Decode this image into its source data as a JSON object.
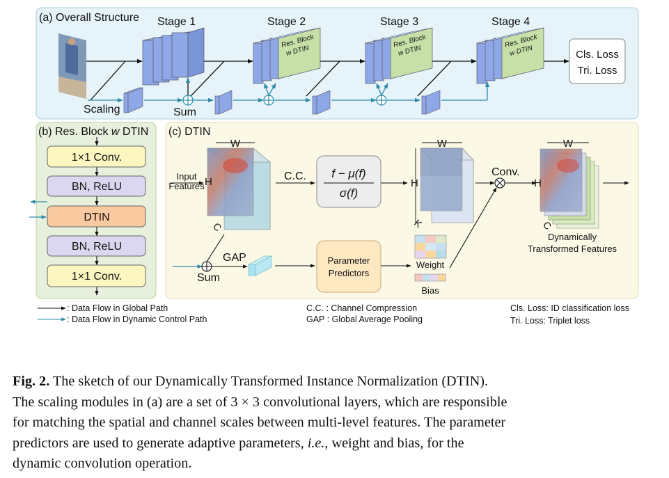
{
  "panel_a": {
    "title": "(a) Overall Structure",
    "stage1": "Stage 1",
    "stage2": "Stage 2",
    "stage3": "Stage 3",
    "stage4": "Stage 4",
    "res_block_line1": "Res. Block",
    "res_block_line2": "w DTIN",
    "loss_line1": "Cls. Loss",
    "loss_line2": "Tri. Loss",
    "scaling": "Scaling",
    "sum": "Sum"
  },
  "panel_b": {
    "title_prefix": "(b) Res. Block ",
    "title_w": "w",
    "title_suffix": " DTIN",
    "conv1": "1×1  Conv.",
    "bnrelu1": "BN, ReLU",
    "dtin": "DTIN",
    "bnrelu2": "BN, ReLU",
    "conv2": "1×1  Conv."
  },
  "panel_c": {
    "title": "(c) DTIN",
    "w": "W",
    "h": "H",
    "c": "C",
    "k": "K",
    "input_features_line1": "Input",
    "input_features_line2": "Features",
    "cc": "C.C.",
    "formula_num": "f − μ(f)",
    "formula_den": "σ(f)",
    "conv": "Conv.",
    "gap": "GAP",
    "sum": "Sum",
    "param_line1": "Parameter",
    "param_line2": "Predictors",
    "weight": "Weight",
    "bias": "Bias",
    "dyn_line1": "Dynamically",
    "dyn_line2": "Transformed Features"
  },
  "legend": {
    "global_path": ": Data Flow in Global Path",
    "dynamic_path": ": Data Flow in Dynamic Control Path",
    "cc_def": "C.C. : Channel Compression",
    "gap_def": "GAP : Global Average Pooling",
    "cls_def": "Cls. Loss: ID classification loss",
    "tri_def": "Tri. Loss: Triplet loss"
  },
  "caption": {
    "label": "Fig. 2.",
    "line1": " The sketch of our Dynamically Transformed Instance Normalization (DTIN).",
    "line2": "The scaling modules in (a) are a set of 3 × 3 convolutional layers, which are responsible",
    "line3": "for matching the spatial and channel scales between multi-level features. The parameter",
    "line4_a": "predictors are used to generate adaptive parameters, ",
    "line4_ie": "i.e.",
    "line4_b": ", weight and bias, for the",
    "line5": "dynamic convolution operation."
  },
  "colors": {
    "panel_a_bg": "#e6f3f8",
    "panel_b_bg": "#e7f0dc",
    "panel_c_bg": "#fbf8e6",
    "yellow_box": "#fdf6c0",
    "purple_box": "#dcd7f0",
    "orange_box": "#f9c9a0",
    "gray_box": "#ededed",
    "cube_blue": "#7f9be0",
    "cube_green": "#c6e0a8",
    "teal": "#2a8aa8"
  }
}
